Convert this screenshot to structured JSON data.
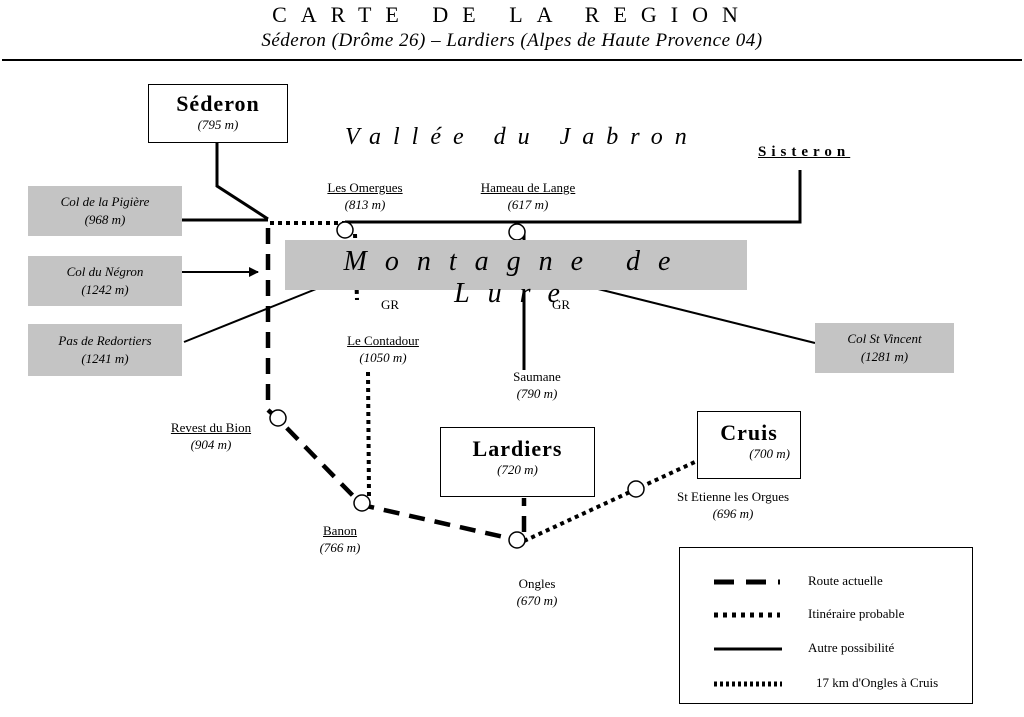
{
  "title": "CARTE DE LA REGION",
  "subtitle": "Séderon (Drôme 26) – Lardiers (Alpes de Haute Provence 04)",
  "regions": {
    "vallee": "Vallée du Jabron",
    "montagne": "Montagne de Lure",
    "sisteron": "Sisteron",
    "gr_left": "GR",
    "gr_right": "GR"
  },
  "towns": {
    "sederon": {
      "name": "Séderon",
      "alt": "(795 m)"
    },
    "lardiers": {
      "name": "Lardiers",
      "alt": "(720 m)"
    },
    "cruis": {
      "name": "Cruis",
      "alt": "(700 m)"
    }
  },
  "places": {
    "omergues": {
      "name": "Les Omergues",
      "alt": "(813 m)"
    },
    "lange": {
      "name": "Hameau de Lange",
      "alt": "(617 m)"
    },
    "contadour": {
      "name": "Le Contadour",
      "alt": "(1050 m)"
    },
    "saumane": {
      "name": "Saumane",
      "alt": "(790 m)"
    },
    "revest": {
      "name": "Revest du Bion",
      "alt": "(904 m)"
    },
    "banon": {
      "name": "Banon",
      "alt": "(766 m)"
    },
    "ongles": {
      "name": "Ongles",
      "alt": "(670 m)"
    },
    "st_etienne": {
      "name": "St Etienne les Orgues",
      "alt": "(696 m)"
    }
  },
  "cols": {
    "pigiere": {
      "name": "Col de la Pigière",
      "alt": "(968 m)"
    },
    "negron": {
      "name": "Col du Négron",
      "alt": "(1242 m)"
    },
    "redortiers": {
      "name": "Pas de Redortiers",
      "alt": "(1241 m)"
    },
    "st_vincent": {
      "name": "Col St Vincent",
      "alt": "(1281 m)"
    }
  },
  "legend": {
    "route_actuelle": "Route actuelle",
    "itineraire": "Itinéraire probable",
    "autre": "Autre possibilité",
    "ongles_cruis": "17 km d'Ongles à Cruis"
  }
}
